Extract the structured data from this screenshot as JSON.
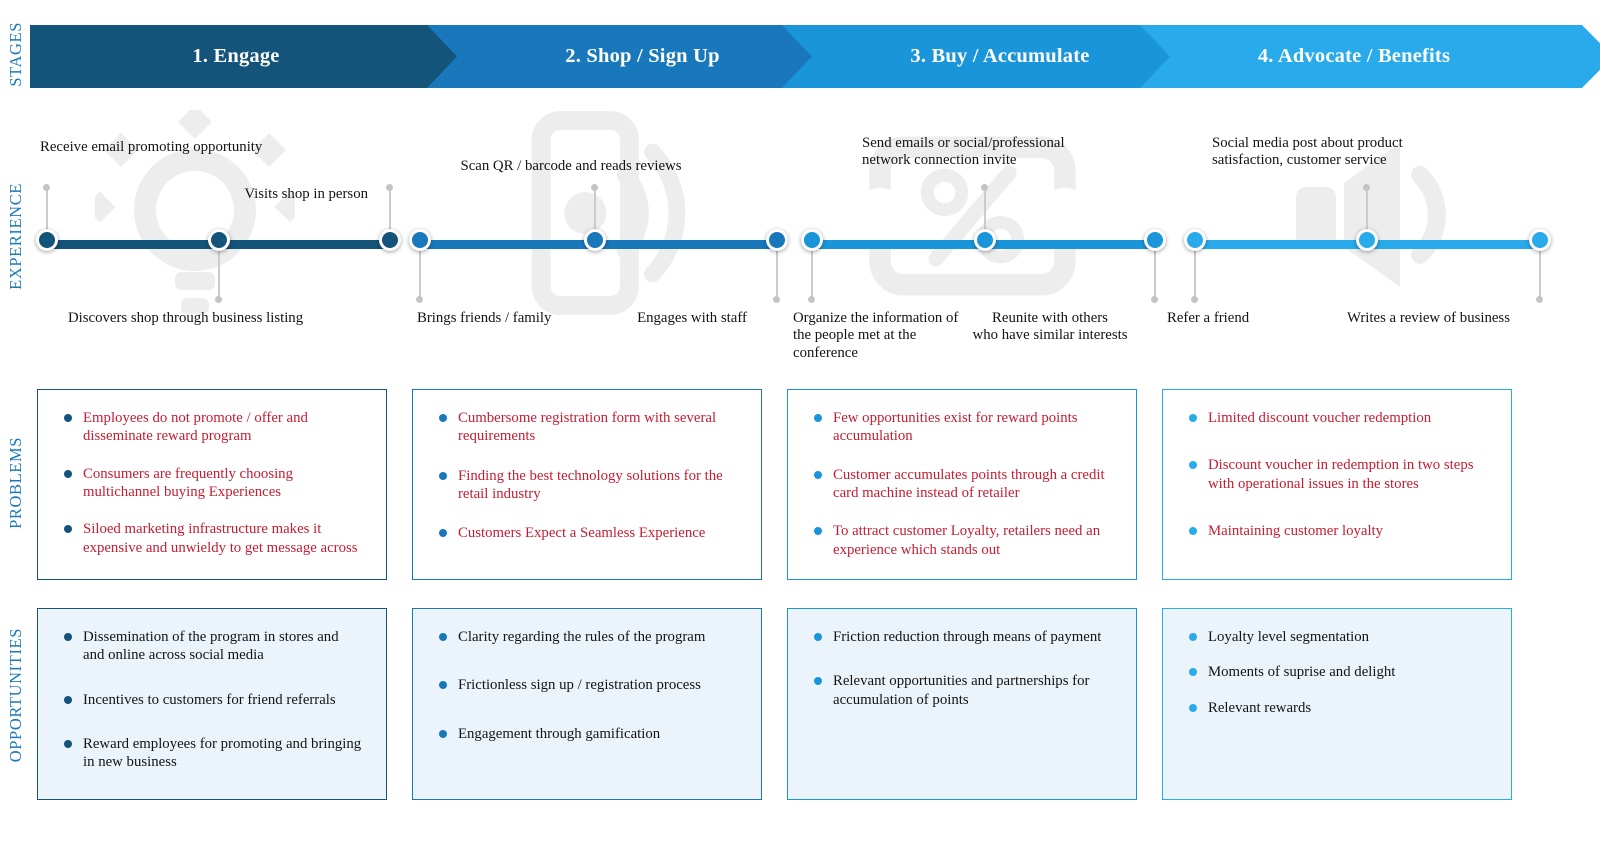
{
  "rail": [
    "STAGES",
    "EXPERIENCE",
    "PROBLEMS",
    "OPPORTUNITIES"
  ],
  "palette": {
    "stage_colors": [
      "#14537a",
      "#1878bb",
      "#1b95d9",
      "#29abeb"
    ],
    "problem_text": "#c51d32",
    "opportunity_text": "#141414",
    "opportunity_bg": "#ecf4fb",
    "rail_text": "#1b79b8",
    "connector_gray": "#c4c4c4",
    "watermark_gray": "#ededed"
  },
  "stages": [
    {
      "title": "1. Engage",
      "color": "#14537a",
      "watermark_icon": "lightbulb-icon",
      "experience": [
        {
          "label": "Receive email promoting opportunity",
          "position": "above"
        },
        {
          "label": "Discovers shop through business listing",
          "position": "below"
        },
        {
          "label": "Visits shop in person",
          "position": "above"
        }
      ],
      "problems": [
        "Employees do not promote / offer and disseminate reward program",
        "Consumers are frequently choosing multichannel buying Experiences",
        "Siloed marketing infrastructure makes it expensive and unwieldy to get message across"
      ],
      "opportunities": [
        "Dissemination of the program in stores and\nand online across social media",
        "Incentives to customers for friend referrals",
        "Reward employees for promoting and bringing\nin new business"
      ]
    },
    {
      "title": "2. Shop / Sign Up",
      "color": "#1878bb",
      "watermark_icon": "smartphone-signal-icon",
      "experience": [
        {
          "label": "Brings friends / family",
          "position": "below"
        },
        {
          "label": "Scan QR / barcode and reads reviews",
          "position": "above"
        },
        {
          "label": "Engages with staff",
          "position": "below"
        }
      ],
      "problems": [
        "Cumbersome registration form with several requirements",
        "Finding the best technology solutions for the retail industry",
        "Customers Expect a Seamless Experience"
      ],
      "opportunities": [
        "Clarity regarding the rules of the program",
        "Frictionless sign up / registration process",
        "Engagement through gamification"
      ]
    },
    {
      "title": "3. Buy / Accumulate",
      "color": "#1b95d9",
      "watermark_icon": "discount-coupon-icon",
      "experience": [
        {
          "label": "Organize the information of\nthe people met at the\nconference",
          "position": "below"
        },
        {
          "label": "Send emails or social/professional\nnetwork connection invite",
          "position": "above"
        },
        {
          "label": "Reunite with others\nwho have similar interests",
          "position": "below"
        }
      ],
      "problems": [
        "Few opportunities exist for reward points accumulation",
        "Customer accumulates points through a credit card machine instead of retailer",
        "To attract customer Loyalty, retailers need an experience which stands out"
      ],
      "opportunities": [
        "Friction reduction through means of payment",
        "Relevant opportunities and partnerships for accumulation of points"
      ]
    },
    {
      "title": "4. Advocate / Benefits",
      "color": "#29abeb",
      "watermark_icon": "megaphone-icon",
      "experience": [
        {
          "label": "Refer a friend",
          "position": "below"
        },
        {
          "label": "Social media post about product\nsatisfaction, customer service",
          "position": "above"
        },
        {
          "label": "Writes a review of business",
          "position": "below"
        }
      ],
      "problems": [
        "Limited discount voucher redemption",
        "Discount voucher in redemption in two steps with operational issues in the stores",
        "Maintaining customer loyalty"
      ],
      "opportunities": [
        "Loyalty level segmentation",
        "Moments of suprise and delight",
        "Relevant rewards"
      ]
    }
  ]
}
